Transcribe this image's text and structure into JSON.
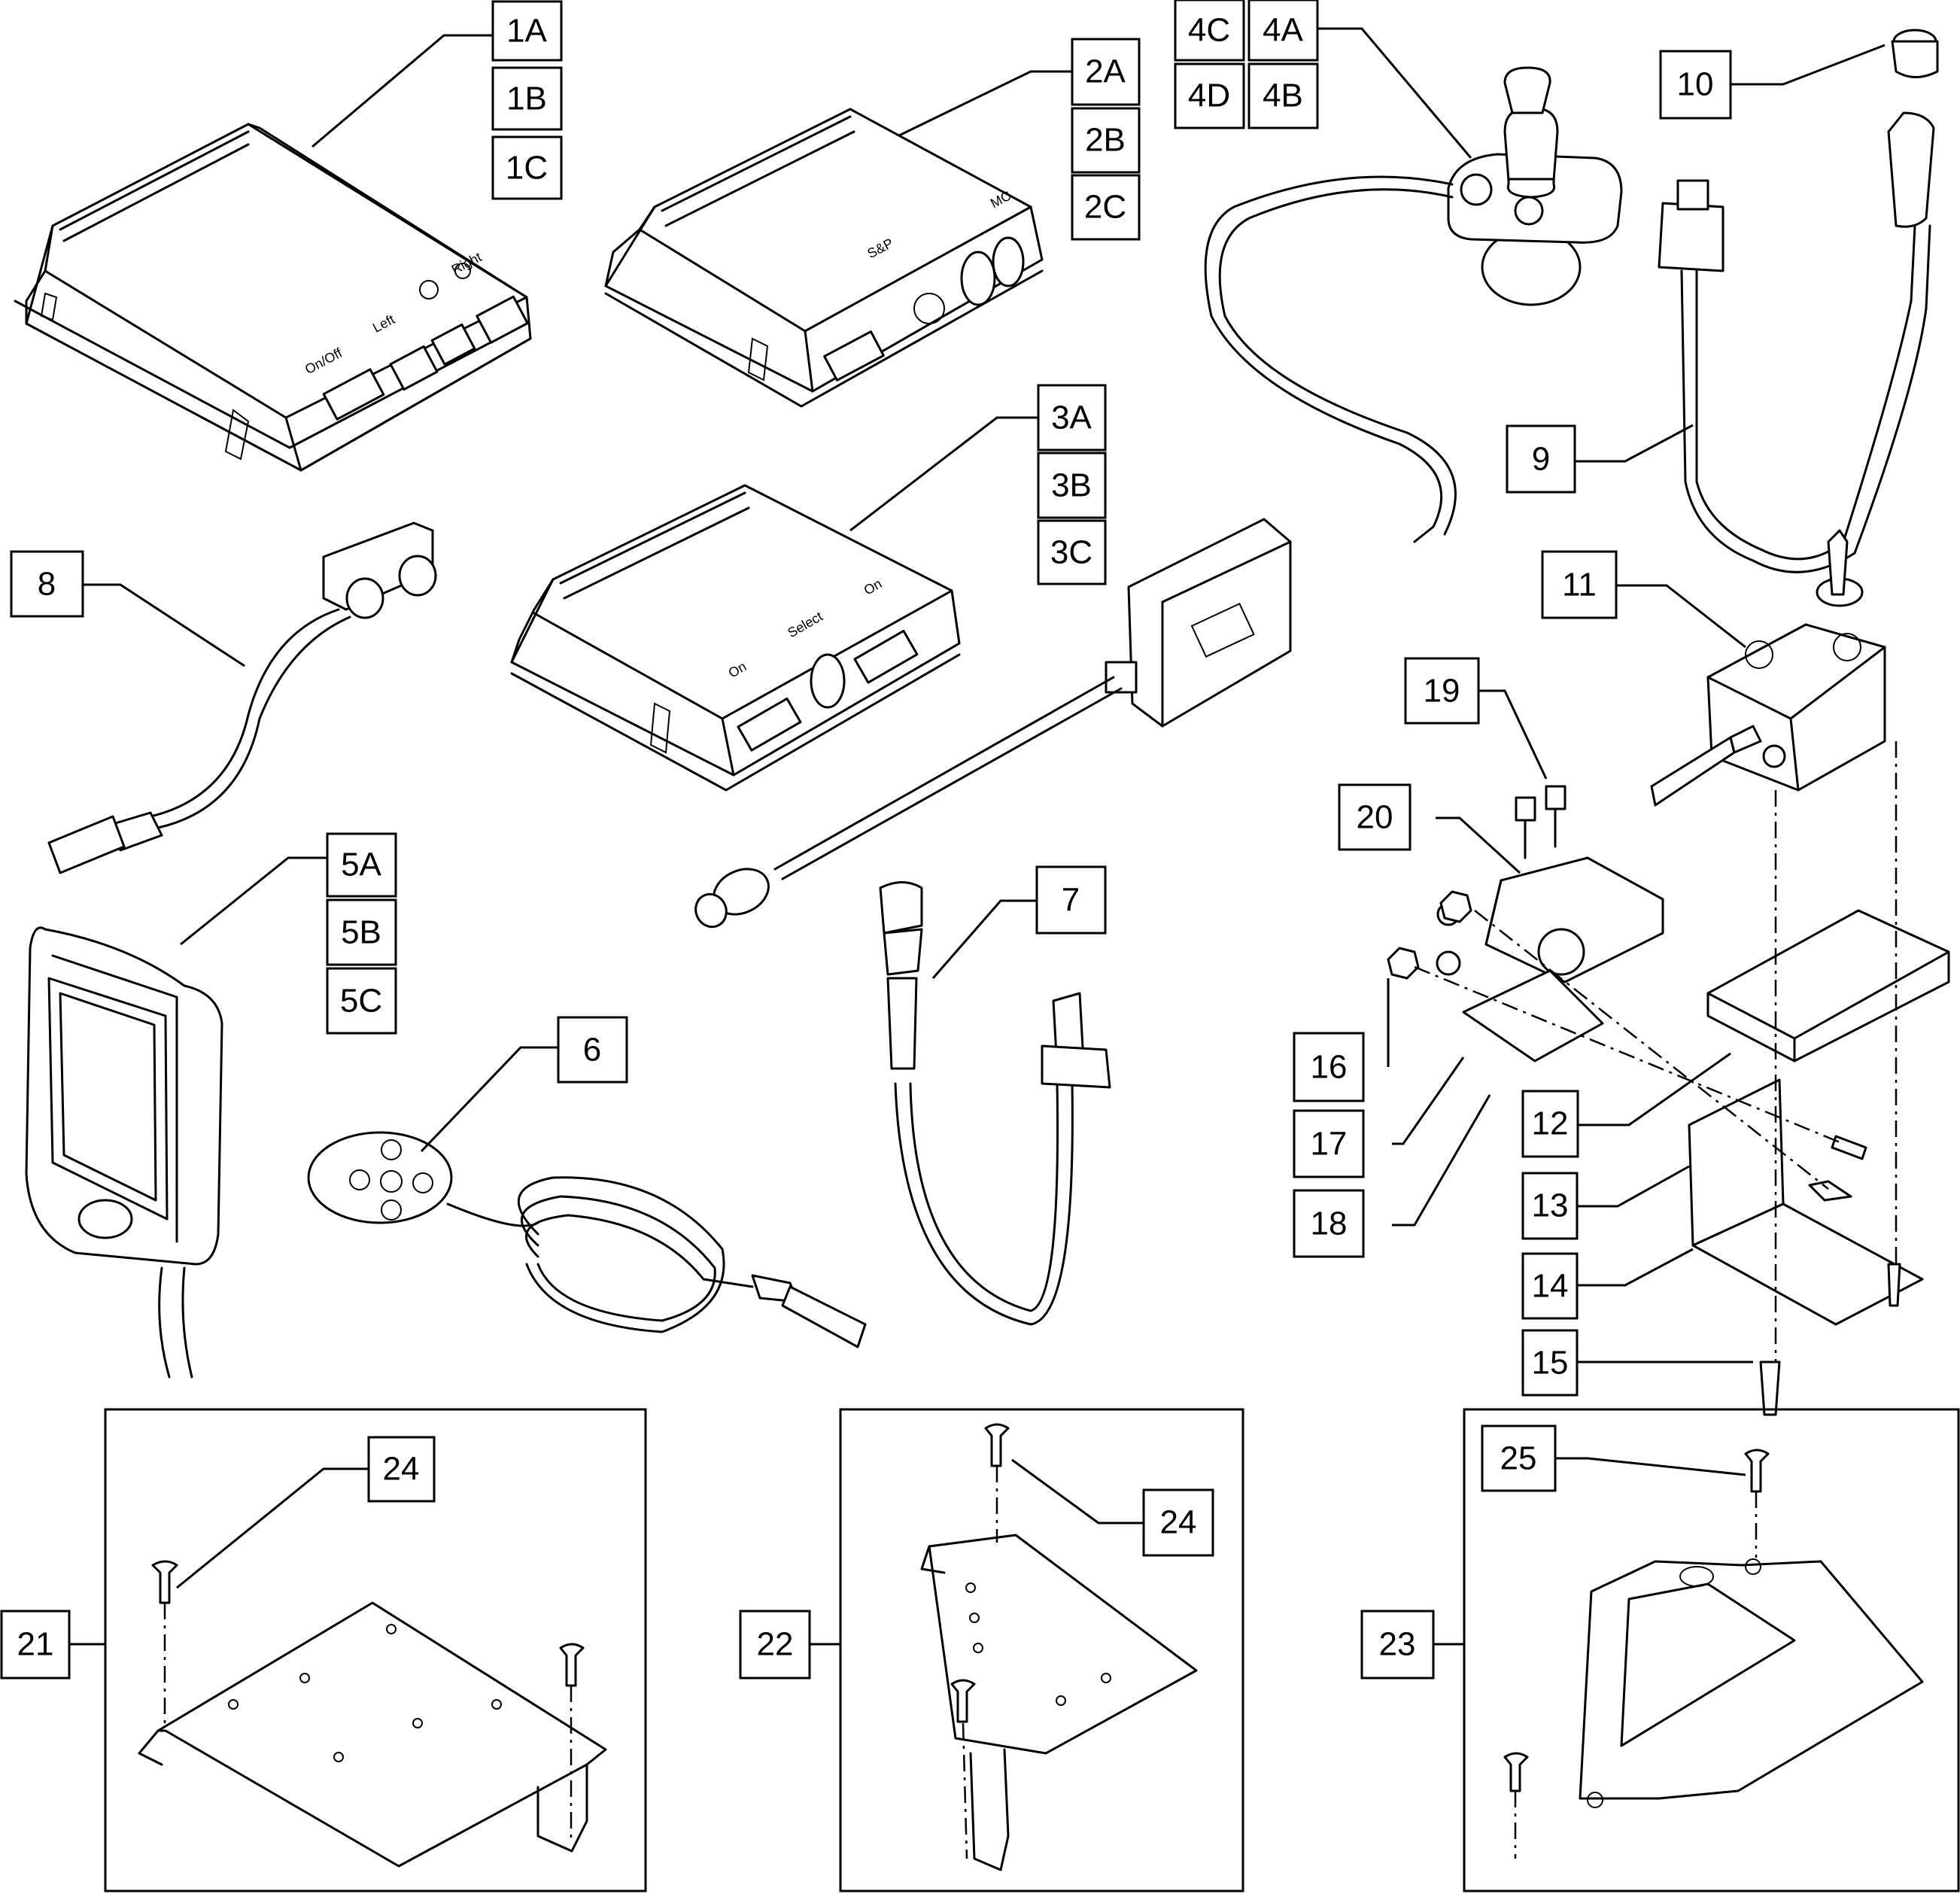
{
  "callouts": [
    {
      "id": "1A",
      "text": "1A"
    },
    {
      "id": "1B",
      "text": "1B"
    },
    {
      "id": "1C",
      "text": "1C"
    },
    {
      "id": "2A",
      "text": "2A"
    },
    {
      "id": "2B",
      "text": "2B"
    },
    {
      "id": "2C",
      "text": "2C"
    },
    {
      "id": "3A",
      "text": "3A"
    },
    {
      "id": "3B",
      "text": "3B"
    },
    {
      "id": "3C",
      "text": "3C"
    },
    {
      "id": "4A",
      "text": "4A"
    },
    {
      "id": "4B",
      "text": "4B"
    },
    {
      "id": "4C",
      "text": "4C"
    },
    {
      "id": "4D",
      "text": "4D"
    },
    {
      "id": "5A",
      "text": "5A"
    },
    {
      "id": "5B",
      "text": "5B"
    },
    {
      "id": "5C",
      "text": "5C"
    },
    {
      "id": "6",
      "text": "6"
    },
    {
      "id": "7",
      "text": "7"
    },
    {
      "id": "8",
      "text": "8"
    },
    {
      "id": "9",
      "text": "9"
    },
    {
      "id": "10",
      "text": "10"
    },
    {
      "id": "11",
      "text": "11"
    },
    {
      "id": "12",
      "text": "12"
    },
    {
      "id": "13",
      "text": "13"
    },
    {
      "id": "14",
      "text": "14"
    },
    {
      "id": "15",
      "text": "15"
    },
    {
      "id": "16",
      "text": "16"
    },
    {
      "id": "17",
      "text": "17"
    },
    {
      "id": "18",
      "text": "18"
    },
    {
      "id": "19",
      "text": "19"
    },
    {
      "id": "20",
      "text": "20"
    },
    {
      "id": "21",
      "text": "21"
    },
    {
      "id": "22",
      "text": "22"
    },
    {
      "id": "23",
      "text": "23"
    },
    {
      "id": "24a",
      "text": "24"
    },
    {
      "id": "24b",
      "text": "24"
    },
    {
      "id": "25",
      "text": "25"
    }
  ],
  "device_labels": {
    "module_1": [
      "On/Off",
      "Left",
      "Right"
    ],
    "module_2": [
      "S&P",
      "MC"
    ],
    "module_3": [
      "On",
      "Select",
      "On"
    ]
  }
}
